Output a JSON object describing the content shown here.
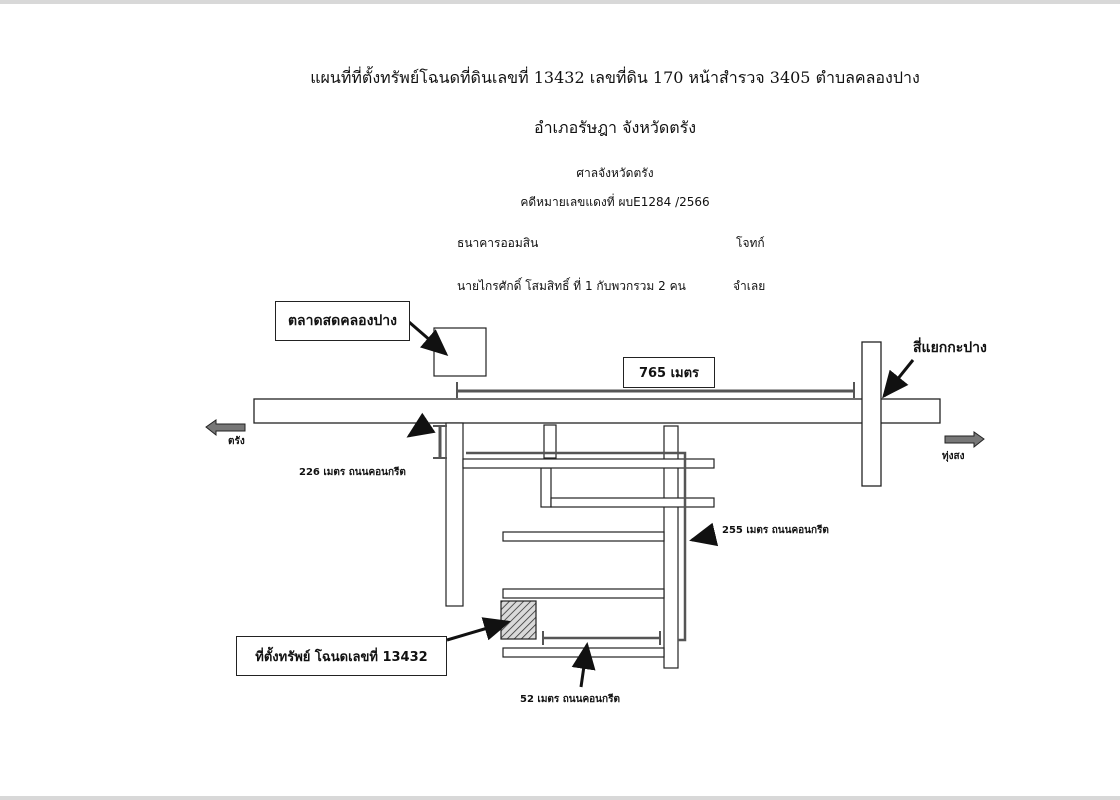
{
  "header": {
    "title_line1": "แผนที่ที่ตั้งทรัพย์โฉนดที่ดินเลขที่ 13432 เลขที่ดิน 170 หน้าสำรวจ 3405 ตำบลคลองปาง",
    "title_line2": "อำเภอรัษฎา จังหวัดตรัง",
    "court": "ศาลจังหวัดตรัง",
    "case_number": "คดีหมายเลขแดงที่ ผบE1284 /2566",
    "plaintiff": "ธนาคารออมสิน",
    "plaintiff_role": "โจทก์",
    "defendant": "นายไกรศักดิ์ โสมสิทธิ์ ที่ 1 กับพวกรวม 2 คน",
    "defendant_role": "จำเลย"
  },
  "map": {
    "market_label": "ตลาดสดคลองปาง",
    "intersection_label": "สี่แยกกะปาง",
    "main_road_distance": "765 เมตร",
    "left_direction": "ตรัง",
    "right_direction": "ทุ่งสง",
    "road1_label": "226 เมตร ถนนคอนกรีต",
    "road2_label": "255 เมตร ถนนคอนกรีต",
    "road3_label": "52 เมตร ถนนคอนกรีต",
    "property_label": "ที่ตั้งทรัพย์ โฉนดเลขที่ 13432",
    "colors": {
      "line": "#222222",
      "dimension": "#555555",
      "arrow_fill": "#777777",
      "hatch": "#333333"
    }
  }
}
